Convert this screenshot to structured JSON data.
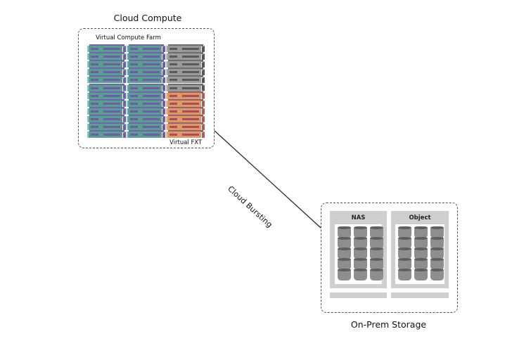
{
  "diagram": {
    "cloud": {
      "title": "Cloud Compute",
      "farm_label": "Virtual Compute Farm",
      "fxt_label": "Virtual FXT",
      "stacks": [
        {
          "name": "compute-stack-1",
          "units": 12,
          "kind": "compute"
        },
        {
          "name": "compute-stack-2",
          "units": 12,
          "kind": "compute"
        },
        {
          "name": "fxt-stack",
          "gray_units": 6,
          "fxt_units": 6
        }
      ]
    },
    "connection": {
      "label": "Cloud Bursting"
    },
    "onprem": {
      "title": "On-Prem Storage",
      "panels": [
        {
          "label": "NAS",
          "cylinders": 3,
          "disks_per_cylinder": 5
        },
        {
          "label": "Object",
          "cylinders": 3,
          "disks_per_cylinder": 5
        }
      ]
    },
    "colors": {
      "compute_face": "#5e9a96",
      "compute_slot": "#6a5fa0",
      "compute_top": "#6a6aa8",
      "compute_edge": "#8fc9cf",
      "gray_face": "#9a9a9a",
      "gray_slot": "#5a5a5a",
      "fxt_face": "#d99a6a",
      "fxt_slot": "#b04a5a",
      "fxt_top": "#9e6060",
      "panel": "#cfcfcf",
      "disk": "#8e8e8e"
    }
  }
}
